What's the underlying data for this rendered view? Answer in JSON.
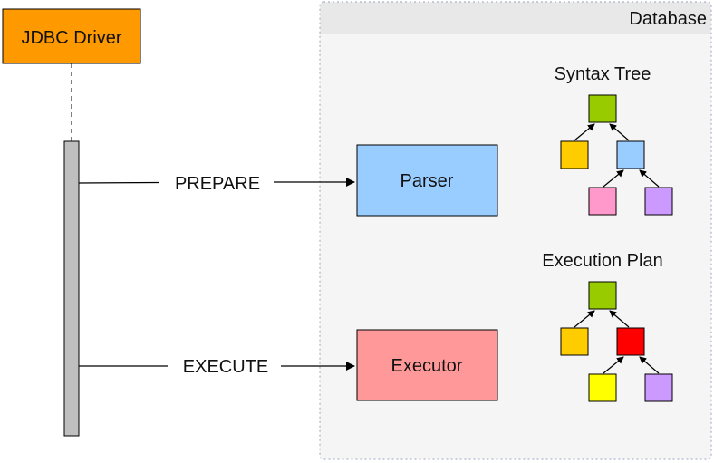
{
  "diagram": {
    "jdbc_driver": {
      "label": "JDBC Driver",
      "color": "#ff9900"
    },
    "database": {
      "label": "Database",
      "background": "#f5f5f5",
      "header": "#e8e8e8"
    },
    "lifeline": {
      "color": "#bfbfbf"
    },
    "messages": {
      "prepare": {
        "label": "PREPARE"
      },
      "execute": {
        "label": "EXECUTE"
      }
    },
    "components": {
      "parser": {
        "label": "Parser",
        "color": "#99ccff"
      },
      "executor": {
        "label": "Executor",
        "color": "#ff9999"
      }
    },
    "syntax_tree": {
      "title": "Syntax Tree",
      "root_color": "#99cc00",
      "left_color": "#ffcc00",
      "mid_color": "#99ccff",
      "leaf_left_color": "#ff99cc",
      "leaf_right_color": "#cc99ff"
    },
    "execution_plan": {
      "title": "Execution Plan",
      "root_color": "#99cc00",
      "left_color": "#ffcc00",
      "mid_color": "#ff0000",
      "leaf_left_color": "#ffff00",
      "leaf_right_color": "#cc99ff"
    }
  }
}
